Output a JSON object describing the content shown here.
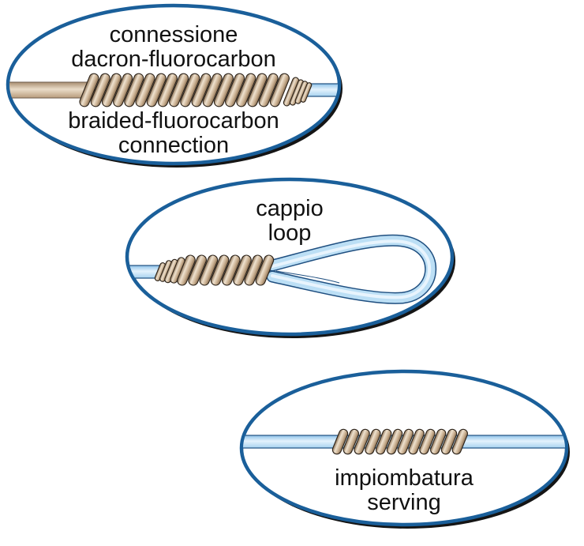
{
  "colors": {
    "ellipse_stroke": "#1a5f9a",
    "ellipse_shadow": "#151515",
    "ellipse_fill": "#ffffff",
    "braid_line": "#cdb49a",
    "braid_line_edge": "#6b5a48",
    "fluoro_line_light": "#d9ecfa",
    "fluoro_line_mid": "#9ccbec",
    "fluoro_line_edge": "#1f4f80",
    "coil_light": "#efe2cf",
    "coil_mid": "#c9af90",
    "coil_dark": "#8a6f52",
    "coil_edge": "#2a2118",
    "text": "#111111"
  },
  "panels": [
    {
      "id": "connection",
      "label_lines_top": [
        "connessione",
        "dacron-fluorocarbon"
      ],
      "label_lines_bottom": [
        "braided-fluorocarbon",
        "connection"
      ],
      "depiction": "braided line joined to fluorocarbon line by a wrapped coil"
    },
    {
      "id": "loop",
      "label_lines_top": [
        "cappio",
        "loop"
      ],
      "label_lines_bottom": [],
      "depiction": "fluorocarbon loop closed by a wrapped coil"
    },
    {
      "id": "serving",
      "label_lines_top": [],
      "label_lines_bottom": [
        "impiombatura",
        "serving"
      ],
      "depiction": "coil wrap served over a fluorocarbon line"
    }
  ]
}
